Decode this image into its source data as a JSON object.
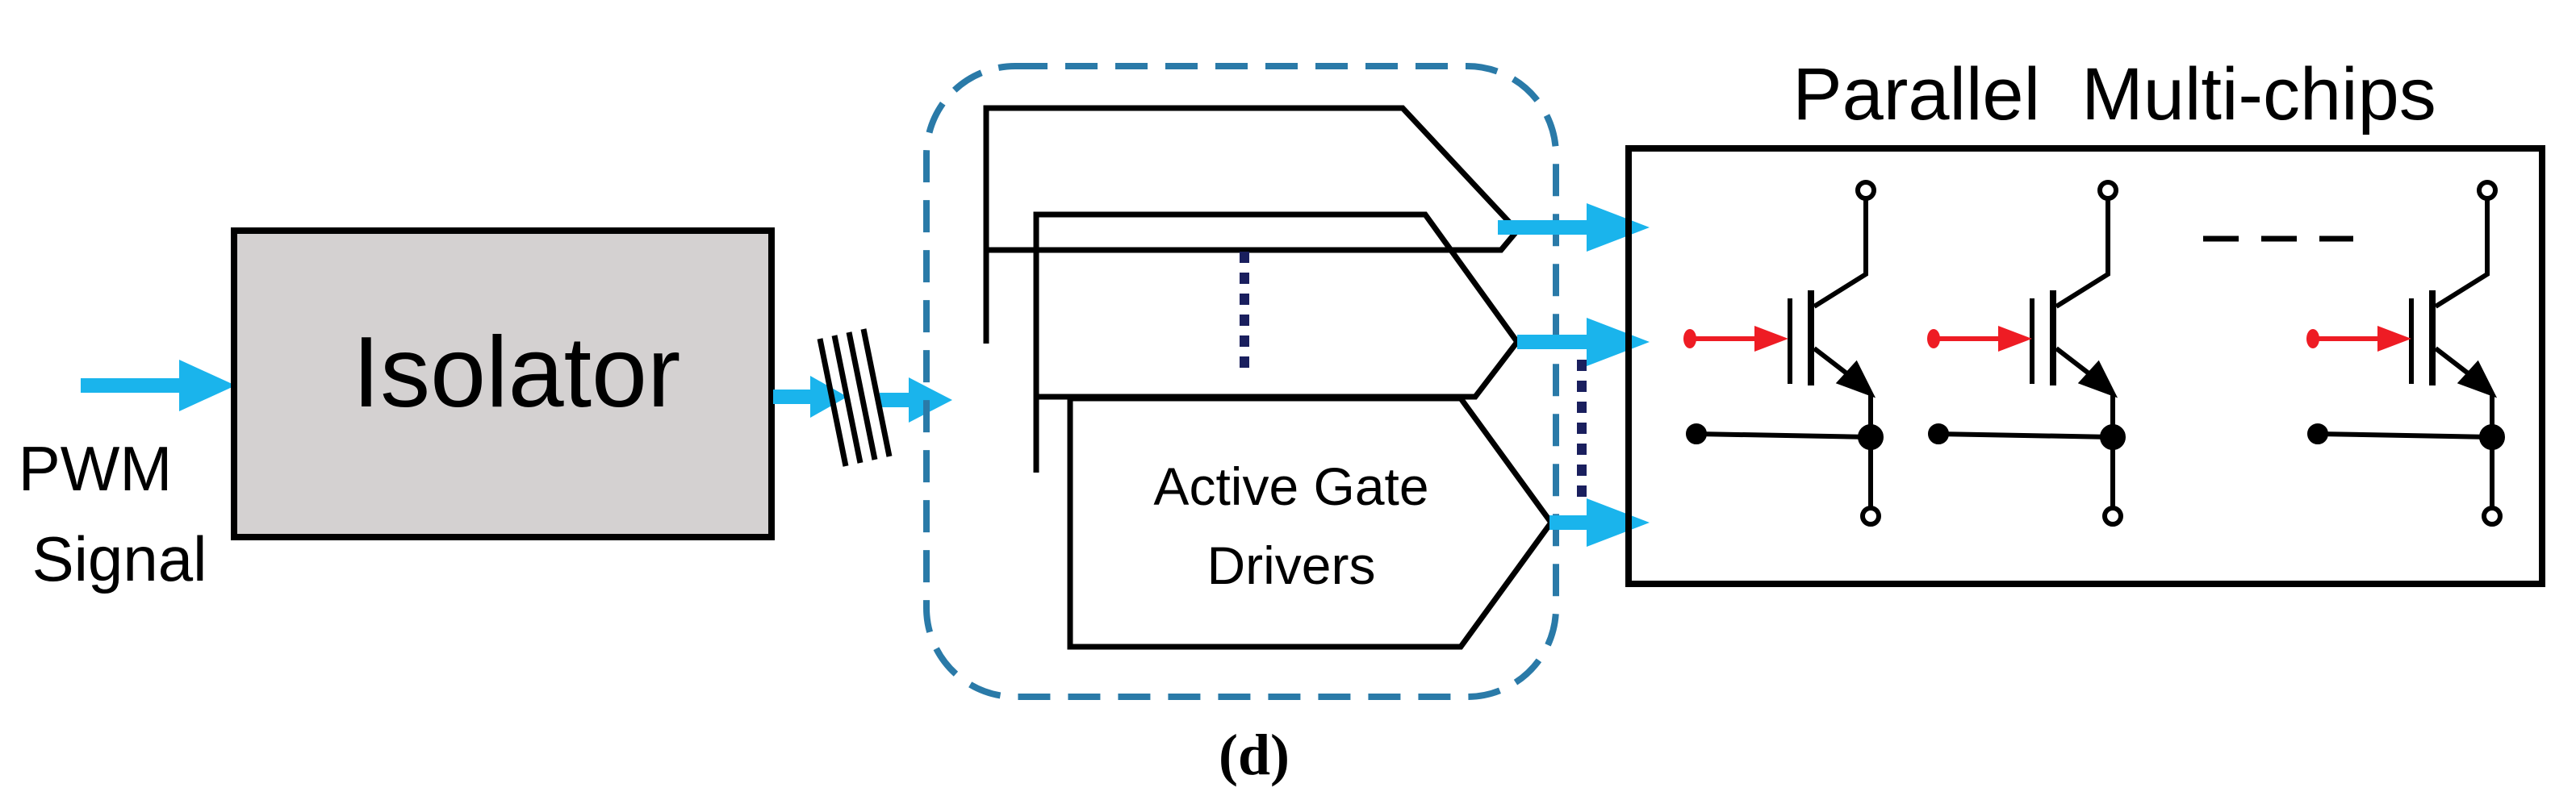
{
  "diagram": {
    "input_label_line1": "PWM",
    "input_label_line2": "Signal",
    "isolator_label": "Isolator",
    "driver_label_line1": "Active Gate",
    "driver_label_line2": "Drivers",
    "multichip_title": "Parallel  Multi-chips",
    "subfigure_label": "(d)"
  },
  "colors": {
    "signal_arrow": "#1ab4ec",
    "gate_arrow": "#ee1c24",
    "isolator_fill": "#d4d1d1",
    "dashed_group": "#2a7aa8",
    "dots": "#1a1f5e",
    "stroke": "#000000"
  }
}
